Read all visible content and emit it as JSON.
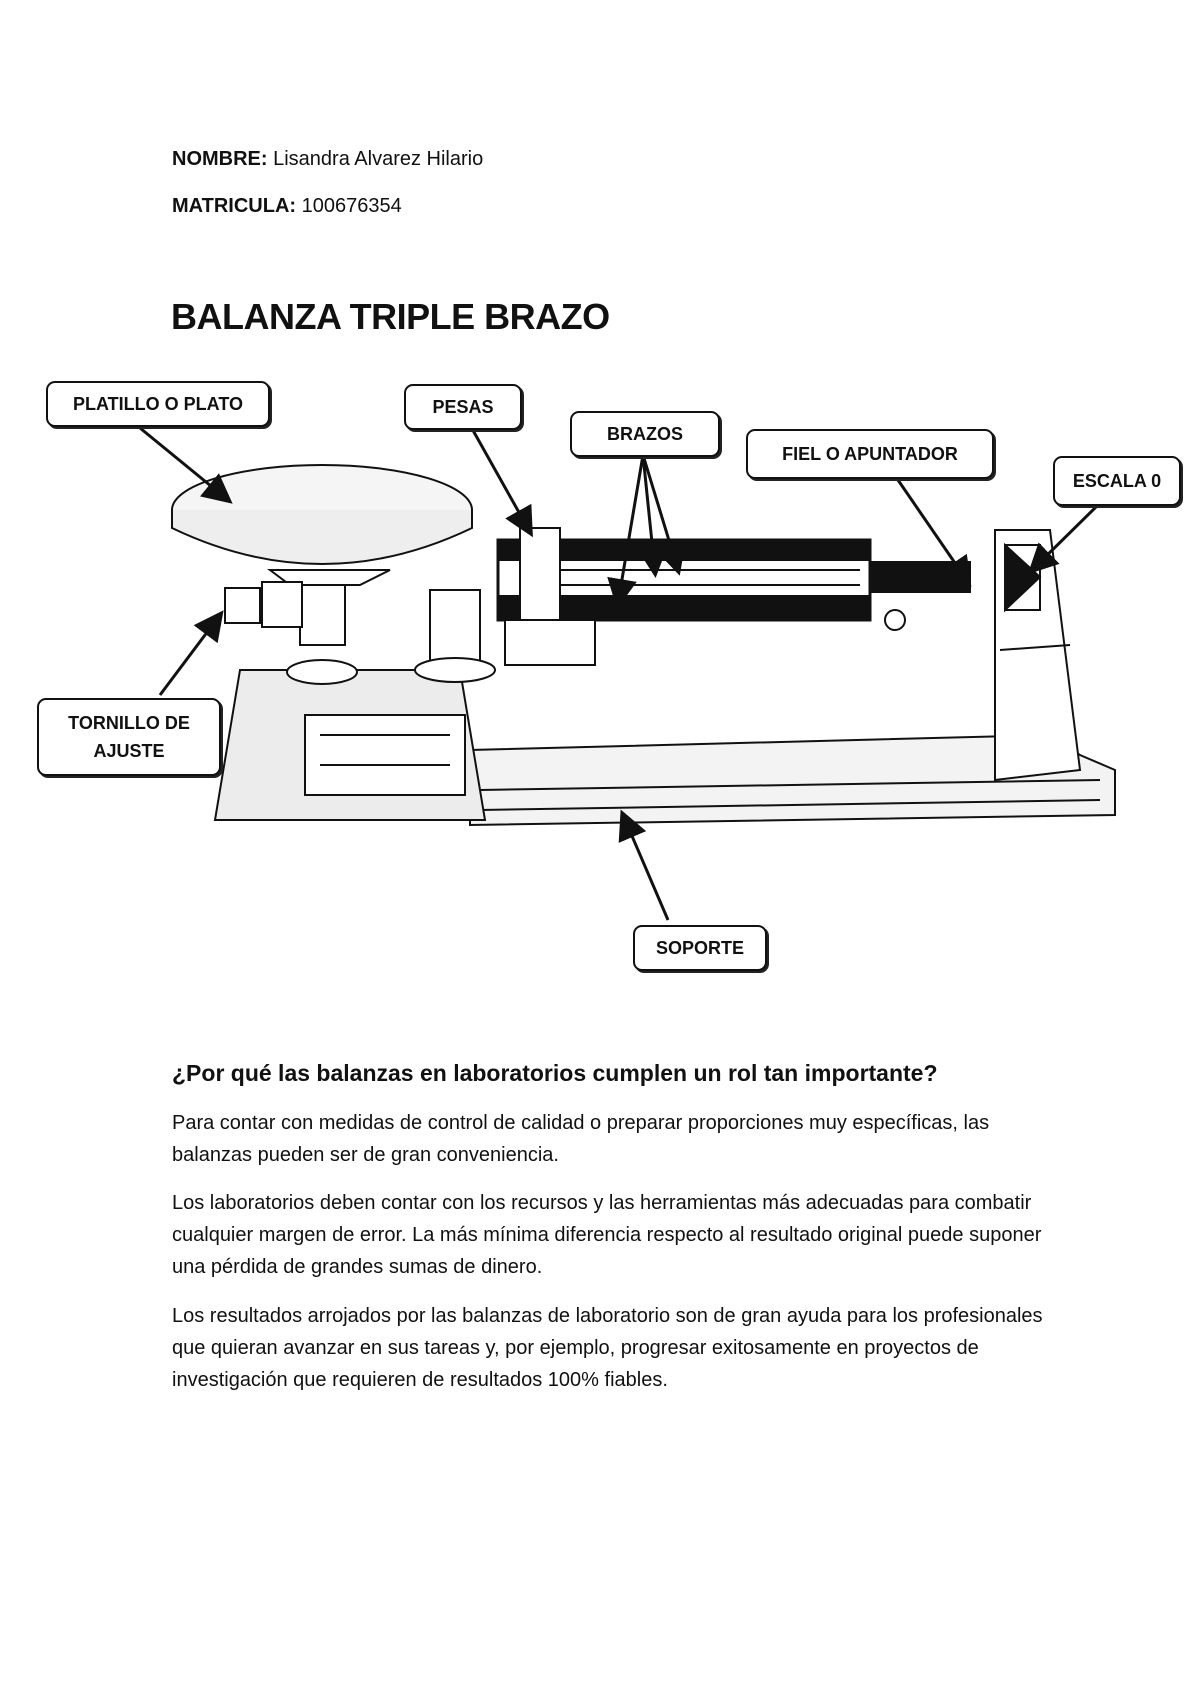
{
  "header": {
    "name_label": "NOMBRE:",
    "name_value": "Lisandra Alvarez Hilario",
    "matricula_label": "MATRICULA:",
    "matricula_value": "100676354"
  },
  "title": "BALANZA TRIPLE BRAZO",
  "figure": {
    "labels": {
      "platillo": "PLATILLO O PLATO",
      "pesas": "PESAS",
      "brazos": "BRAZOS",
      "fiel": "FIEL O APUNTADOR",
      "escala": "ESCALA 0",
      "tornillo_line1": "TORNILLO DE",
      "tornillo_line2": "AJUSTE",
      "soporte": "SOPORTE"
    }
  },
  "body": {
    "question": "¿Por qué las balanzas en laboratorios cumplen un rol tan importante?",
    "paragraphs": [
      "Para contar con medidas de control de calidad o preparar proporciones muy específicas, las balanzas pueden ser de gran conveniencia.",
      "Los laboratorios deben contar con los recursos y las herramientas más adecuadas para combatir cualquier margen de error. La más mínima diferencia respecto al resultado original puede suponer una pérdida de grandes sumas de dinero.",
      "Los resultados arrojados por las balanzas de laboratorio son de gran ayuda para los profesionales que quieran avanzar en sus tareas y, por ejemplo, progresar exitosamente en proyectos de investigación que requieren de resultados 100% fiables."
    ]
  }
}
